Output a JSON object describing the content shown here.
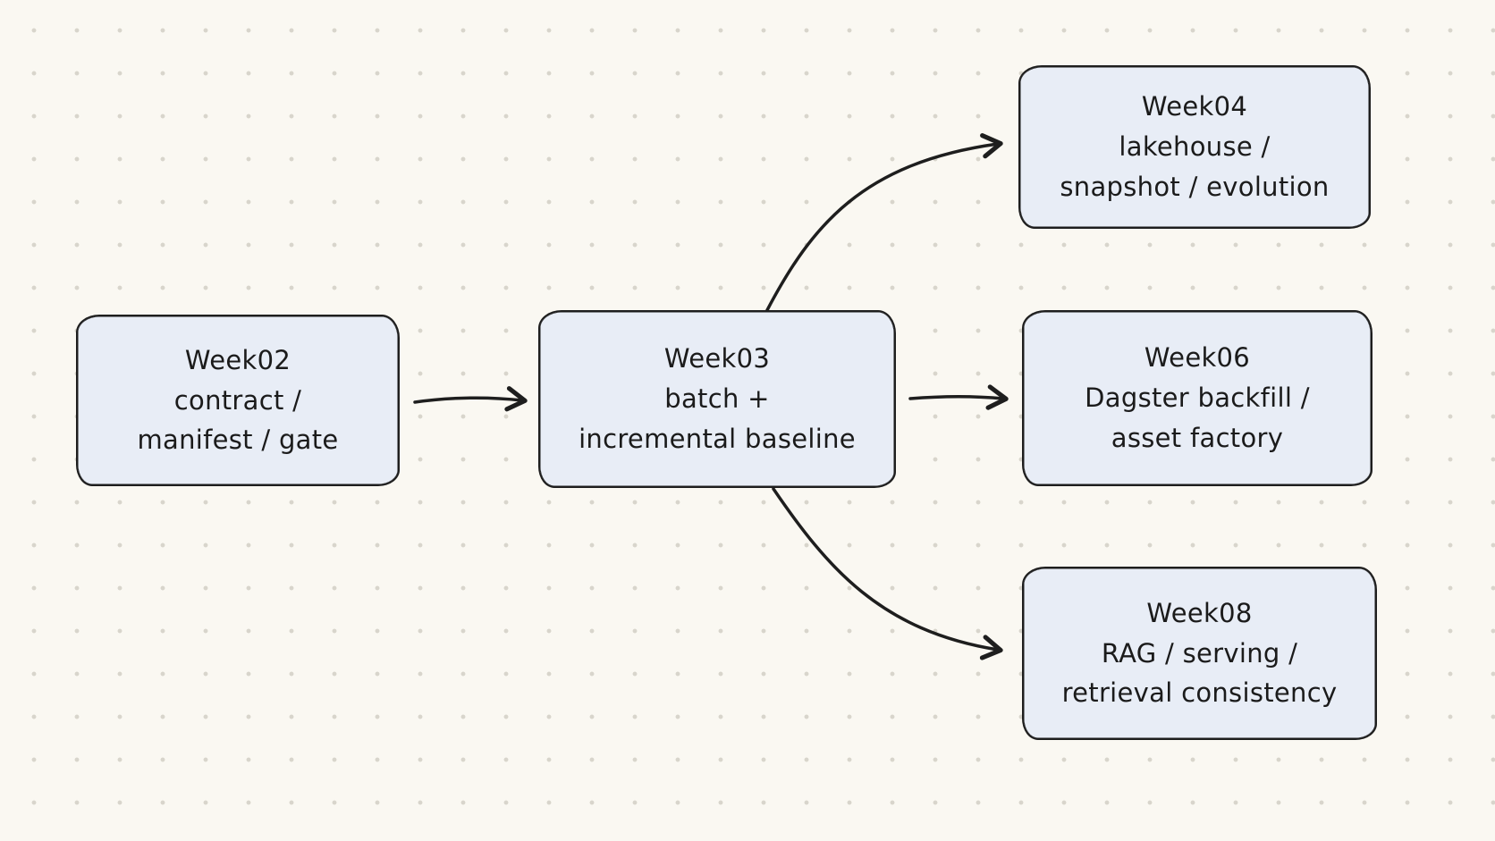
{
  "canvas": {
    "background_color": "#faf8f2",
    "dot_grid_color": "#d8d5cc",
    "node_fill_color": "#e8edf6",
    "node_stroke_color": "#1e1e1e",
    "arrow_color": "#1e1e1e"
  },
  "nodes": [
    {
      "id": "week02",
      "text": "Week02\ncontract /\nmanifest / gate"
    },
    {
      "id": "week03",
      "text": "Week03\nbatch +\nincremental baseline"
    },
    {
      "id": "week04",
      "text": "Week04\nlakehouse /\nsnapshot / evolution"
    },
    {
      "id": "week06",
      "text": "Week06\nDagster backfill /\nasset factory"
    },
    {
      "id": "week08",
      "text": "Week08\nRAG / serving /\nretrieval consistency"
    }
  ],
  "edges": [
    {
      "from": "week02",
      "to": "week03"
    },
    {
      "from": "week03",
      "to": "week04"
    },
    {
      "from": "week03",
      "to": "week06"
    },
    {
      "from": "week03",
      "to": "week08"
    }
  ]
}
